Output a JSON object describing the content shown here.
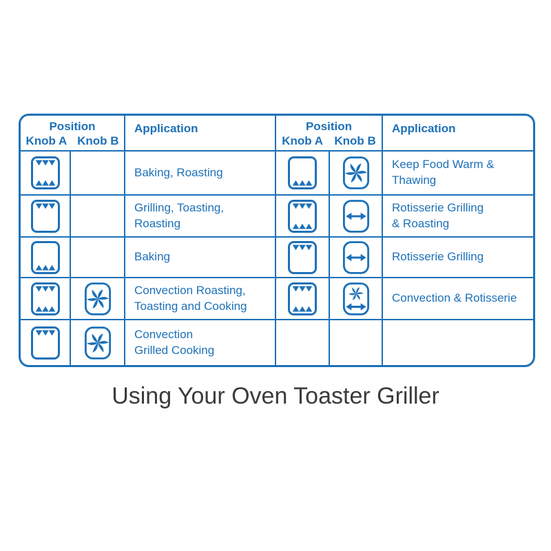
{
  "page": {
    "title": "Using Your Oven Toaster Griller"
  },
  "colors": {
    "table_blue": "#1D71B8",
    "title_color": "#3B3B3B",
    "background": "#FFFFFF"
  },
  "table": {
    "header": {
      "position_label": "Position",
      "knob_a_label": "Knob A",
      "knob_b_label": "Knob B",
      "application_label": "Application"
    },
    "left": {
      "rows": [
        {
          "knob_a_icon": "oven-top-bottom-elements-icon",
          "knob_b_icon": null,
          "application": "Baking, Roasting"
        },
        {
          "knob_a_icon": "oven-top-elements-icon",
          "knob_b_icon": null,
          "application": "Grilling, Toasting,\nRoasting"
        },
        {
          "knob_a_icon": "oven-bottom-elements-icon",
          "knob_b_icon": null,
          "application": "Baking"
        },
        {
          "knob_a_icon": "oven-top-bottom-elements-icon",
          "knob_b_icon": "fan-icon",
          "application": "Convection Roasting,\nToasting and Cooking"
        },
        {
          "knob_a_icon": "oven-top-elements-icon",
          "knob_b_icon": "fan-icon",
          "application": "Convection\nGrilled Cooking"
        }
      ]
    },
    "right": {
      "rows": [
        {
          "knob_a_icon": "oven-bottom-elements-icon",
          "knob_b_icon": "fan-icon",
          "application": "Keep Food Warm &\nThawing"
        },
        {
          "knob_a_icon": "oven-top-bottom-elements-icon",
          "knob_b_icon": "rotisserie-arrow-icon",
          "application": "Rotisserie Grilling\n& Roasting"
        },
        {
          "knob_a_icon": "oven-top-elements-icon",
          "knob_b_icon": "rotisserie-arrow-icon",
          "application": "Rotisserie Grilling"
        },
        {
          "knob_a_icon": "oven-top-bottom-elements-icon",
          "knob_b_icon": "fan-rotisserie-icon",
          "application": "Convection & Rotisserie"
        },
        {
          "knob_a_icon": null,
          "knob_b_icon": null,
          "application": ""
        }
      ]
    }
  }
}
